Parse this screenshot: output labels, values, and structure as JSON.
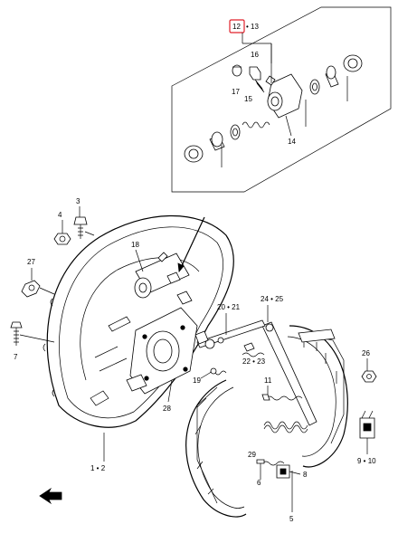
{
  "highlight_color": "#e0202a",
  "callouts": {
    "c_12": "12",
    "c_12_13": "• 13",
    "c_16": "16",
    "c_17": "17",
    "c_15": "15",
    "c_14": "14",
    "c_3": "3",
    "c_4": "4",
    "c_18": "18",
    "c_27": "27",
    "c_7": "7",
    "c_24_25": "24 • 25",
    "c_20_21": "20 • 21",
    "c_22_23": "22 • 23",
    "c_26": "26",
    "c_19": "19",
    "c_11": "11",
    "c_28": "28",
    "c_29": "29",
    "c_6": "6",
    "c_8": "8",
    "c_9_10": "9 • 10",
    "c_1_2": "1 • 2",
    "c_5": "5"
  }
}
